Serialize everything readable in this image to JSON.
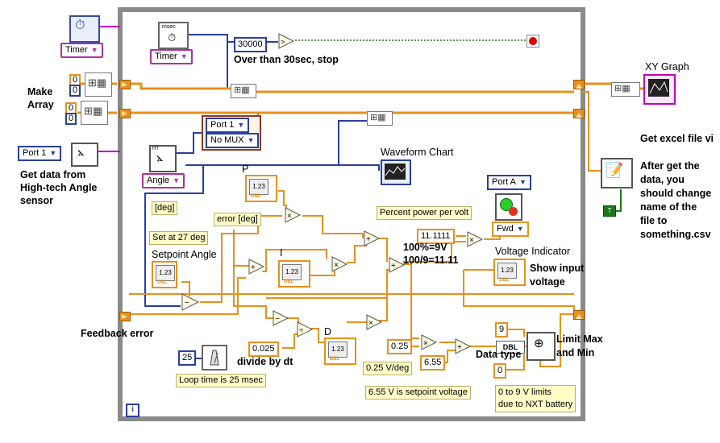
{
  "labels": {
    "over_30": "Over than 30sec, stop",
    "make_array": "Make\nArray",
    "get_data": "Get data from\nHigh-tech Angle\nsensor",
    "feedback_error": "Feedback error",
    "divide_by_dt": "divide by dt",
    "p": "P",
    "i": "I",
    "d": "D",
    "waveform_chart": "Waveform Chart",
    "xy_graph": "XY Graph",
    "get_excel": "Get excel file vi",
    "after_get": "After get the\ndata, you\nshould change\nname of the\nfile to\nsomething.csv",
    "pct_100_9v": "100%=9V",
    "div_100_9": "100/9=11.11",
    "voltage_indicator": "Voltage Indicator",
    "show_input": "Show input\nvoltage",
    "limit_max_min": "Limit Max\nand Min",
    "data_type": "Data type",
    "setpoint_angle": "Setpoint Angle"
  },
  "notes": {
    "deg": "[deg]",
    "set_at_27": "Set at 27 deg",
    "error_deg": "error [deg]",
    "percent_power": "Percent power per volt",
    "loop_time": "Loop time is 25 msec",
    "v_per_deg": "0.25 V/deg",
    "setpoint_voltage": "6.55 V is setpoint voltage",
    "nxt_limits": "0 to 9 V limits\ndue to NXT battery"
  },
  "constants": {
    "t30000": "30000",
    "zero_a": "0",
    "zero_b": "0",
    "zero_c": "0",
    "zero_d": "0",
    "dt": "0.025",
    "loop25": "25",
    "k11": "11.1111",
    "k025": "0.25",
    "k655": "6.55",
    "nine": "9",
    "zero_min": "0",
    "i_index": "i"
  },
  "enums": {
    "timer_a": "Timer",
    "timer_b": "Timer",
    "port1": "Port 1",
    "port1b": "Port 1",
    "no_mux": "No MUX",
    "angle": "Angle",
    "port_a": "Port A",
    "fwd": "Fwd"
  },
  "icons": {
    "timer_icon": "stopwatch-icon",
    "msec_icon": "msec-clock-icon",
    "stop_icon": "stop-sign-icon",
    "build_array_icon": "build-array-icon",
    "angle_icon": "angle-sensor-icon",
    "chart_icon": "waveform-chart-icon",
    "graph_icon": "xy-graph-icon",
    "excel_icon": "write-spreadsheet-icon",
    "metronome_icon": "metronome-icon",
    "motor_icon": "motor-icon",
    "limit_icon": "in-range-coerce-icon"
  },
  "indicator_texts": {
    "msec": "msec",
    "dbl": "DBL",
    "ht": "HT",
    "t": "T"
  },
  "colors": {
    "orange_wire": "#e8901c",
    "blue_wire": "#2a3fa0",
    "pink_wire": "#c000c0",
    "green_wire": "#1a7a1a",
    "loop_border": "#888888"
  }
}
